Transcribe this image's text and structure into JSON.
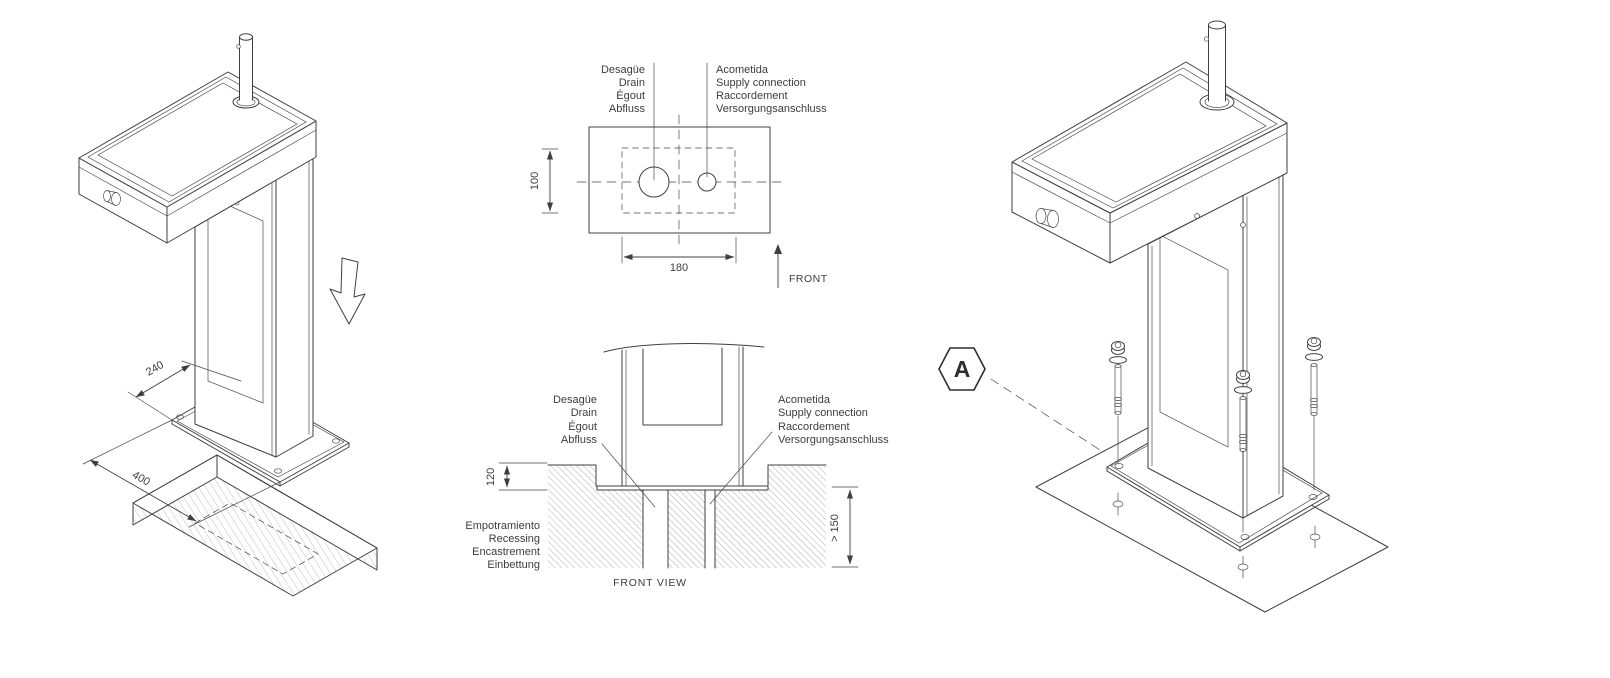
{
  "colors": {
    "background": "#ffffff",
    "line": "#3f3f3f",
    "hatch": "#9a9a9a",
    "hatch_light": "#b9b9b9"
  },
  "iso_left": {
    "dim_depth": "240",
    "dim_width": "400"
  },
  "top_view": {
    "drain": {
      "es": "Desagüe",
      "en": "Drain",
      "fr": "Égout",
      "de": "Abfluss"
    },
    "supply": {
      "es": "Acometida",
      "en": "Supply connection",
      "fr": "Raccordement",
      "de": "Versorgungsanschluss"
    },
    "dim_height": "100",
    "dim_width": "180",
    "front_label": "FRONT"
  },
  "front_view": {
    "drain": {
      "es": "Desagüe",
      "en": "Drain",
      "fr": "Égout",
      "de": "Abfluss"
    },
    "supply": {
      "es": "Acometida",
      "en": "Supply connection",
      "fr": "Raccordement",
      "de": "Versorgungsanschluss"
    },
    "recess": {
      "es": "Empotramiento",
      "en": "Recessing",
      "fr": "Encastrement",
      "de": "Einbettung"
    },
    "dim_recess_depth": "120",
    "dim_min_depth": "> 150",
    "caption": "FRONT VIEW"
  },
  "iso_right": {
    "detail_label": "A"
  }
}
